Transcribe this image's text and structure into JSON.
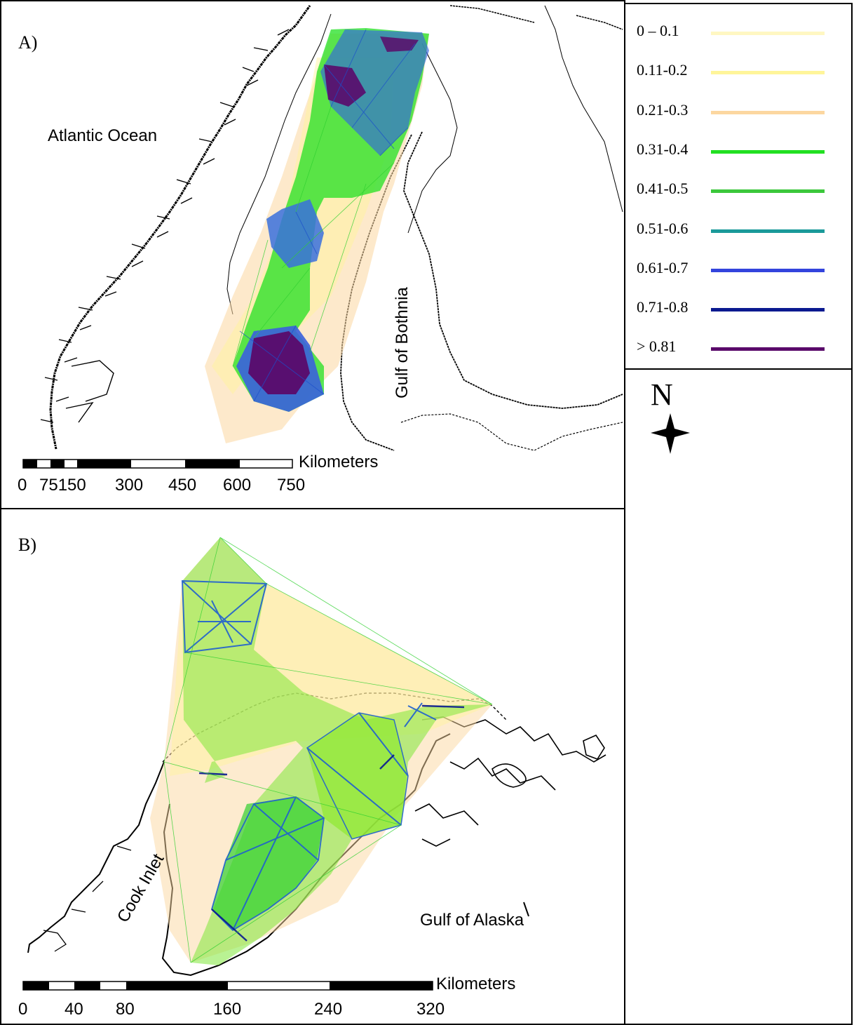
{
  "panel_a": {
    "label": "A)",
    "labels": {
      "atlantic": "Atlantic Ocean",
      "bothnia": "Gulf of Bothnia"
    },
    "scale": {
      "unit": "Kilometers",
      "ticks": [
        "0",
        "75150",
        "300",
        "450",
        "600",
        "750"
      ]
    }
  },
  "panel_b": {
    "label": "B)",
    "labels": {
      "cook": "Cook Inlet",
      "alaska": "Gulf of Alaska"
    },
    "scale": {
      "unit": "Kilometers",
      "ticks": [
        "0",
        "40",
        "80",
        "160",
        "240",
        "320"
      ]
    }
  },
  "legend": {
    "items": [
      {
        "label": "0 – 0.1",
        "color": "#fff7c2"
      },
      {
        "label": "0.11-0.2",
        "color": "#fff59a"
      },
      {
        "label": "0.21-0.3",
        "color": "#fcd7a0"
      },
      {
        "label": "0.31-0.4",
        "color": "#22e022"
      },
      {
        "label": "0.41-0.5",
        "color": "#3cc83c"
      },
      {
        "label": "0.51-0.6",
        "color": "#1b9a9a"
      },
      {
        "label": "0.61-0.7",
        "color": "#3344dd"
      },
      {
        "label": "0.71-0.8",
        "color": "#0a1a90"
      },
      {
        "label": "> 0.81",
        "color": "#5a0a6a"
      }
    ]
  },
  "north_arrow": {
    "label": "N"
  }
}
